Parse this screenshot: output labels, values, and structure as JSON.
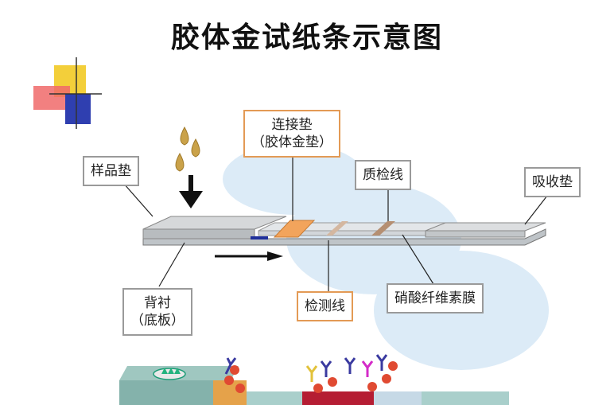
{
  "title": "胶体金试纸条示意图",
  "labels": {
    "sample_pad": "样品垫",
    "conjugate_pad_line1": "连接垫",
    "conjugate_pad_line2": "（胶体金垫）",
    "control_line": "质检线",
    "absorbent_pad": "吸收垫",
    "backing_line1": "背衬",
    "backing_line2": "（底板）",
    "test_line": "检测线",
    "nitrocellulose_membrane": "硝酸纤维素膜"
  }
}
